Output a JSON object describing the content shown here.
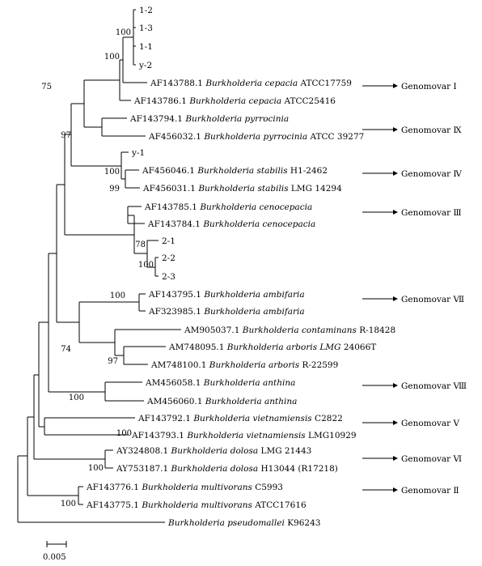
{
  "leaves": {
    "l_1_2": {
      "acc": "1-2"
    },
    "l_1_3": {
      "acc": "1-3"
    },
    "l_1_1": {
      "acc": "1-1"
    },
    "l_y_2": {
      "acc": "y-2"
    },
    "l_cep1": {
      "acc": "AF143788.1",
      "species": "Burkholderia cepacia",
      "strain": "ATCC17759"
    },
    "l_cep2": {
      "acc": "AF143786.1",
      "species": "Burkholderia cepacia",
      "strain": "ATCC25416"
    },
    "l_pyr1": {
      "acc": "AF143794.1",
      "species": "Burkholderia pyrrocinia",
      "strain": ""
    },
    "l_pyr2": {
      "acc": "AF456032.1",
      "species": "Burkholderia pyrrocinia",
      "strain": "ATCC 39277"
    },
    "l_y_1": {
      "acc": "y-1"
    },
    "l_sta1": {
      "acc": "AF456046.1",
      "species": "Burkholderia stabilis",
      "strain": "H1-2462"
    },
    "l_sta2": {
      "acc": "AF456031.1",
      "species": "Burkholderia stabilis",
      "strain": "LMG 14294"
    },
    "l_cen1": {
      "acc": "AF143785.1",
      "species": "Burkholderia cenocepacia",
      "strain": ""
    },
    "l_cen2": {
      "acc": "AF143784.1",
      "species": "Burkholderia cenocepacia",
      "strain": ""
    },
    "l_2_1": {
      "acc": "2-1"
    },
    "l_2_2": {
      "acc": "2-2"
    },
    "l_2_3": {
      "acc": "2-3"
    },
    "l_amb1": {
      "acc": "AF143795.1",
      "species": "Burkholderia ambifaria",
      "strain": ""
    },
    "l_amb2": {
      "acc": "AF323985.1",
      "species": "Burkholderia ambifaria",
      "strain": ""
    },
    "l_con": {
      "acc": "AM905037.1",
      "species": "Burkholderia contaminans",
      "strain": "R-18428"
    },
    "l_arb1": {
      "acc": "AM748095.1",
      "species": "Burkholderia arboris LMG",
      "strain": "24066T"
    },
    "l_arb2": {
      "acc": "AM748100.1",
      "species": "Burkholderia arboris",
      "strain": "R-22599"
    },
    "l_ant1": {
      "acc": "AM456058.1",
      "species": "Burkholderia anthina",
      "strain": ""
    },
    "l_ant2": {
      "acc": "AM456060.1",
      "species": "Burkholderia anthina",
      "strain": ""
    },
    "l_vie1": {
      "acc": "AF143792.1",
      "species": "Burkholderia vietnamiensis",
      "strain": "C2822"
    },
    "l_vie2": {
      "acc": "AF143793.1",
      "species": "Burkholderia vietnamiensis",
      "strain": "LMG10929"
    },
    "l_dol1": {
      "acc": "AY324808.1",
      "species": "Burkholderia dolosa",
      "strain": "LMG 21443"
    },
    "l_dol2": {
      "acc": "AY753187.1",
      "species": "Burkholderia dolosa",
      "strain": "H13044 (R17218)"
    },
    "l_mul1": {
      "acc": "AF143776.1",
      "species": "Burkholderia multivorans",
      "strain": "C5993"
    },
    "l_mul2": {
      "acc": "AF143775.1",
      "species": "Burkholderia multivorans",
      "strain": "ATCC17616"
    },
    "l_pse": {
      "acc": "",
      "species": "Burkholderia pseudomallei",
      "strain": "K96243"
    }
  },
  "bootstrap": {
    "b1": "100",
    "b2": "100",
    "b3": "75",
    "b4": "97",
    "b5": "100",
    "b6": "99",
    "b7": "78",
    "b8": "100",
    "b9": "100",
    "b10": "74",
    "b11": "97",
    "b12": "100",
    "b13": "100",
    "b14": "100",
    "b15": "100"
  },
  "genomovars": {
    "g1": "Genomovar Ⅰ",
    "g9": "Genomovar Ⅸ",
    "g4": "Genomovar Ⅳ",
    "g3": "Genomovar Ⅲ",
    "g7": "Genomovar Ⅶ",
    "g8": "Genomovar Ⅷ",
    "g5": "Genomovar Ⅴ",
    "g6": "Genomovar Ⅵ",
    "g2": "Genomovar Ⅱ"
  },
  "scale_bar": {
    "label": "0.005"
  }
}
